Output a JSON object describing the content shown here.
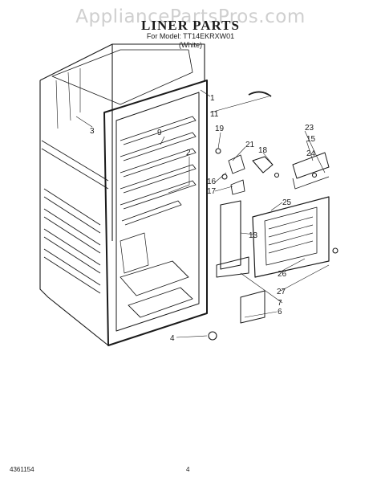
{
  "header": {
    "watermark": "AppliancePartsPros.com",
    "title": "LINER PARTS",
    "model_line": "For Model: TT14EKRXW01",
    "color_line": "(White)"
  },
  "callouts": [
    "1",
    "11",
    "2",
    "3",
    "9",
    "19",
    "21",
    "18",
    "23",
    "15",
    "24",
    "16",
    "17",
    "25",
    "13",
    "26",
    "27",
    "7",
    "6",
    "4"
  ],
  "footer": {
    "doc_number": "4361154",
    "page_number": "4"
  }
}
